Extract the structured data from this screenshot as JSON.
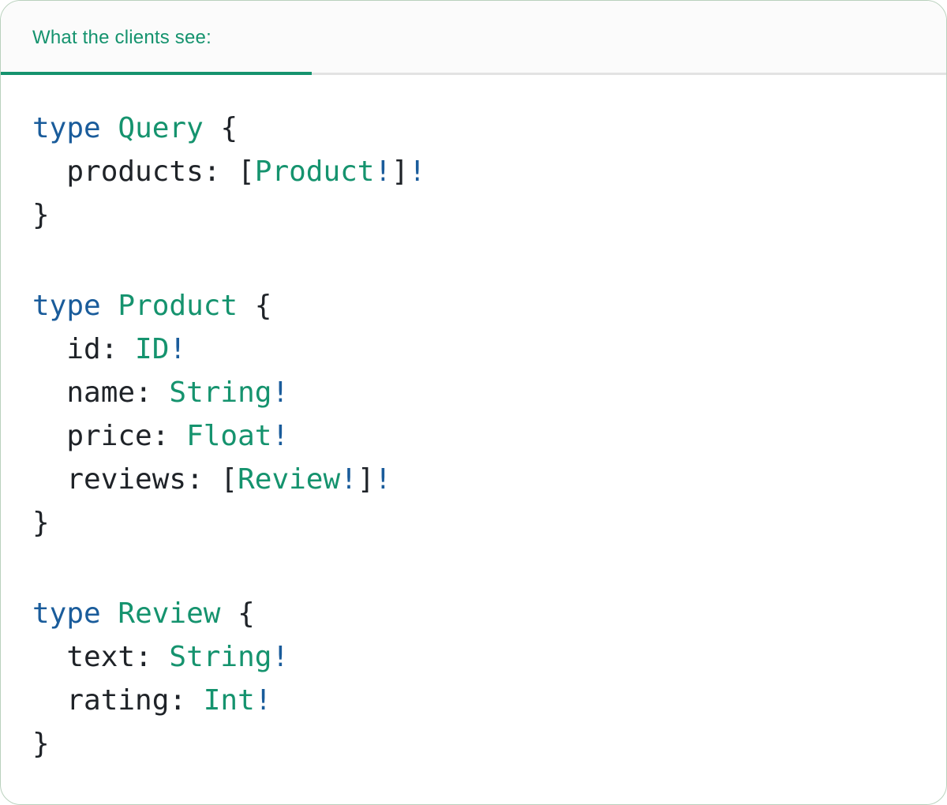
{
  "colors": {
    "accent_teal": "#15936E",
    "keyword_blue": "#1A5C9B",
    "text_ink": "#1F2328",
    "inactive_rule": "#E3E3E3",
    "card_border": "#B9D1BD",
    "header_background": "#FBFBFB"
  },
  "header": {
    "tab_label": "What the clients see:"
  },
  "code": {
    "language": "graphql",
    "blocks": [
      {
        "lines": [
          [
            {
              "t": "type",
              "c": "kw"
            },
            {
              "t": " ",
              "c": "pn"
            },
            {
              "t": "Query",
              "c": "ty"
            },
            {
              "t": " {",
              "c": "pn"
            }
          ],
          [
            {
              "t": "  products: [",
              "c": "pn"
            },
            {
              "t": "Product",
              "c": "ty"
            },
            {
              "t": "!",
              "c": "ex"
            },
            {
              "t": "]",
              "c": "pn"
            },
            {
              "t": "!",
              "c": "ex"
            }
          ],
          [
            {
              "t": "}",
              "c": "pn"
            }
          ]
        ]
      },
      {
        "lines": [
          [
            {
              "t": "type",
              "c": "kw"
            },
            {
              "t": " ",
              "c": "pn"
            },
            {
              "t": "Product",
              "c": "ty"
            },
            {
              "t": " {",
              "c": "pn"
            }
          ],
          [
            {
              "t": "  id: ",
              "c": "pn"
            },
            {
              "t": "ID",
              "c": "ty"
            },
            {
              "t": "!",
              "c": "ex"
            }
          ],
          [
            {
              "t": "  name: ",
              "c": "pn"
            },
            {
              "t": "String",
              "c": "ty"
            },
            {
              "t": "!",
              "c": "ex"
            }
          ],
          [
            {
              "t": "  price: ",
              "c": "pn"
            },
            {
              "t": "Float",
              "c": "ty"
            },
            {
              "t": "!",
              "c": "ex"
            }
          ],
          [
            {
              "t": "  reviews: [",
              "c": "pn"
            },
            {
              "t": "Review",
              "c": "ty"
            },
            {
              "t": "!",
              "c": "ex"
            },
            {
              "t": "]",
              "c": "pn"
            },
            {
              "t": "!",
              "c": "ex"
            }
          ],
          [
            {
              "t": "}",
              "c": "pn"
            }
          ]
        ]
      },
      {
        "lines": [
          [
            {
              "t": "type",
              "c": "kw"
            },
            {
              "t": " ",
              "c": "pn"
            },
            {
              "t": "Review",
              "c": "ty"
            },
            {
              "t": " {",
              "c": "pn"
            }
          ],
          [
            {
              "t": "  text: ",
              "c": "pn"
            },
            {
              "t": "String",
              "c": "ty"
            },
            {
              "t": "!",
              "c": "ex"
            }
          ],
          [
            {
              "t": "  rating: ",
              "c": "pn"
            },
            {
              "t": "Int",
              "c": "ty"
            },
            {
              "t": "!",
              "c": "ex"
            }
          ],
          [
            {
              "t": "}",
              "c": "pn"
            }
          ]
        ]
      }
    ]
  }
}
